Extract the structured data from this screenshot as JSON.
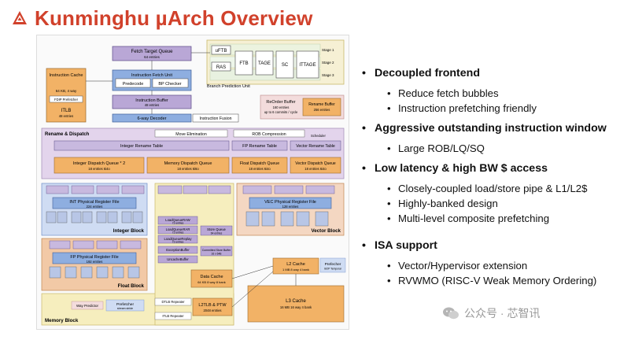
{
  "title": "Kunminghu µArch Overview",
  "bullets": [
    {
      "text": "Decoupled frontend",
      "sub": [
        "Reduce fetch bubbles",
        "Instruction prefetching friendly"
      ]
    },
    {
      "text": "Aggressive outstanding instruction window",
      "sub": [
        "Large ROB/LQ/SQ"
      ]
    },
    {
      "text": "Low latency & high BW $ access",
      "sub": [
        "Closely-coupled load/store pipe & L1/L2$",
        "Highly-banked design",
        "Multi-level composite prefetching"
      ]
    },
    {
      "text": "ISA support",
      "sub": [
        "Vector/Hypervisor extension",
        "RVWMO (RISC-V Weak Memory Ordering)"
      ]
    }
  ],
  "watermark": "公众号 · 芯智讯",
  "diagram": {
    "fetch_target_queue": "Fetch Target Queue",
    "fetch_target_queue_sub": "64 entries",
    "uftb": "uFTB",
    "ras": "RAS",
    "ftb": "FTB",
    "tage": "TAGE",
    "sc": "SC",
    "ittage": "ITTAGE",
    "stage1": "Stage 1",
    "stage2": "Stage 2",
    "stage3": "Stage 3",
    "bpu": "Branch Prediction Unit",
    "icache": "Instruction Cache",
    "icache_size": "64 KB, 4 way",
    "fdip": "FDIP Prefetcher",
    "itlb": "ITLB",
    "itlb_sub": "48 entries",
    "ifu": "Instruction Fetch Unit",
    "predecode": "Predecode",
    "bp_checker": "BP Checker",
    "ibuffer": "Instruction Buffer",
    "ibuffer_sub": "48 entries",
    "decoder": "6-way Decoder",
    "fusion": "Instruction Fusion",
    "rob": "ReOrder Buffer",
    "rob_sub1": "160 entries",
    "rob_sub2": "up to 6 commits / cycle",
    "rename_buffer": "Rename Buffer",
    "rename_buffer_sub": "256 entries",
    "rename_dispatch": "Rename & Dispatch",
    "move_elim": "Move Elimination",
    "rob_compress": "ROB Compression",
    "scheduler": "Scheduler",
    "int_rename": "Integer Rename Table",
    "fp_rename": "FP Rename Table",
    "vec_rename": "Vector Rename Table",
    "int_dq": "Integer Dispatch Queue * 2",
    "int_dq_sub": "18 entries   6i4o",
    "mem_dq": "Memory Dispatch Queue",
    "mem_dq_sub": "18 entries   6i6o",
    "float_dq": "Float Dispatch Queue",
    "float_dq_sub": "18 entries   6i4o",
    "vec_dq": "Vector Dispatch Queue",
    "vec_dq_sub": "18 entries   6i4o",
    "int_prf": "INT Physical Register File",
    "int_prf_sub": "224 entries",
    "int_block": "Integer Block",
    "fp_prf": "FP Physical Register File",
    "fp_prf_sub": "192 entries",
    "float_block": "Float Block",
    "vec_prf": "VEC Physical Register File",
    "vec_prf_sub": "128 entries",
    "vector_block": "Vector Block",
    "lq_raw": "LoadQueueRAW",
    "lq_raw_sub": "72 entries",
    "lq_raw2": "LoadQueueRAR",
    "lq_raw2_sub": "72 entries",
    "lq_replay": "LoadQueueReplay",
    "lq_replay_sub": "72 entries",
    "store_queue": "Store Queue",
    "store_queue_sub": "64 entries",
    "sbuffer": "Committed Store Buffer",
    "sbuffer_sub": "16 x 64B",
    "exc_buffer": "ExceptionBuffer",
    "uncache": "UncacheBuffer",
    "dcache": "Data Cache",
    "dcache_sub": "64 KB 8 way 8 bank",
    "dtlb": "DTLB Repeater",
    "itlb_rep": "ITLB Repeater",
    "l2tlb": "L2TLB & PTW",
    "l2tlb_sub": "2048 entries",
    "way_pred": "Way Predictor",
    "prefetcher": "Prefetcher",
    "prefetcher_sub": "stream stride",
    "memory_block": "Memory Block",
    "l2": "L2 Cache",
    "l2_sub": "1 MB 8 way 4 bank",
    "l2_pref": "Prefecher",
    "l2_pref_sub": "BOP Temporal",
    "l3": "L3 Cache",
    "l3_sub": "16 MB 16 way 4 bank"
  }
}
